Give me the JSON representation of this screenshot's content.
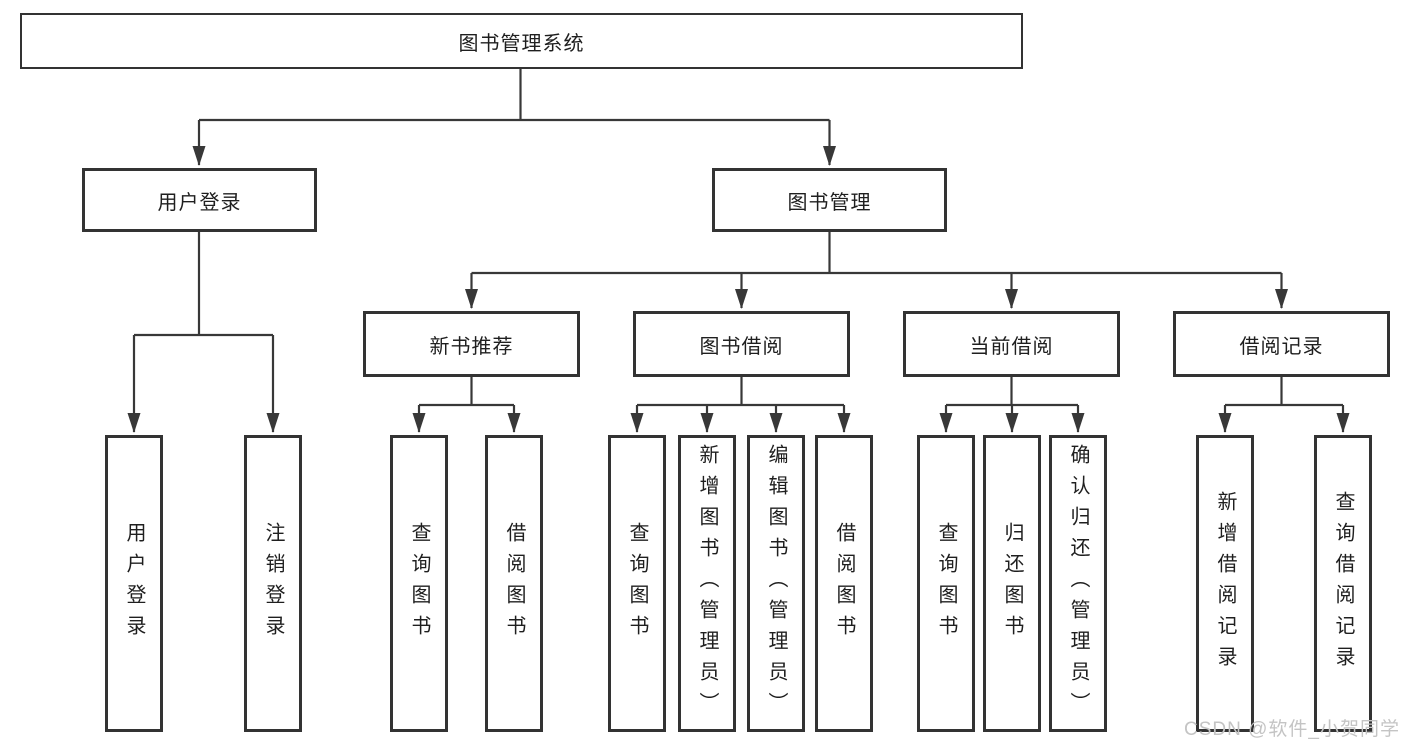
{
  "tree": {
    "root": {
      "label": "图书管理系统"
    },
    "branches": [
      {
        "label": "用户登录",
        "children": [
          {
            "label": "用户登录"
          },
          {
            "label": "注销登录"
          }
        ]
      },
      {
        "label": "图书管理",
        "groups": [
          {
            "label": "新书推荐",
            "children": [
              {
                "label": "查询图书"
              },
              {
                "label": "借阅图书"
              }
            ]
          },
          {
            "label": "图书借阅",
            "children": [
              {
                "label": "查询图书"
              },
              {
                "label": "新增图书（管理员）"
              },
              {
                "label": "编辑图书（管理员）"
              },
              {
                "label": "借阅图书"
              }
            ]
          },
          {
            "label": "当前借阅",
            "children": [
              {
                "label": "查询图书"
              },
              {
                "label": "归还图书"
              },
              {
                "label": "确认归还（管理员）"
              }
            ]
          },
          {
            "label": "借阅记录",
            "children": [
              {
                "label": "新增借阅记录"
              },
              {
                "label": "查询借阅记录"
              }
            ]
          }
        ]
      }
    ]
  },
  "watermark": {
    "text": "CSDN @软件_小贺同学"
  },
  "colors": {
    "line": "#383838",
    "box_border": "#333333",
    "box_fill": "#ffffff",
    "text": "#1f1f1f",
    "watermark": "#c4c4c4",
    "background": "#ffffff"
  }
}
